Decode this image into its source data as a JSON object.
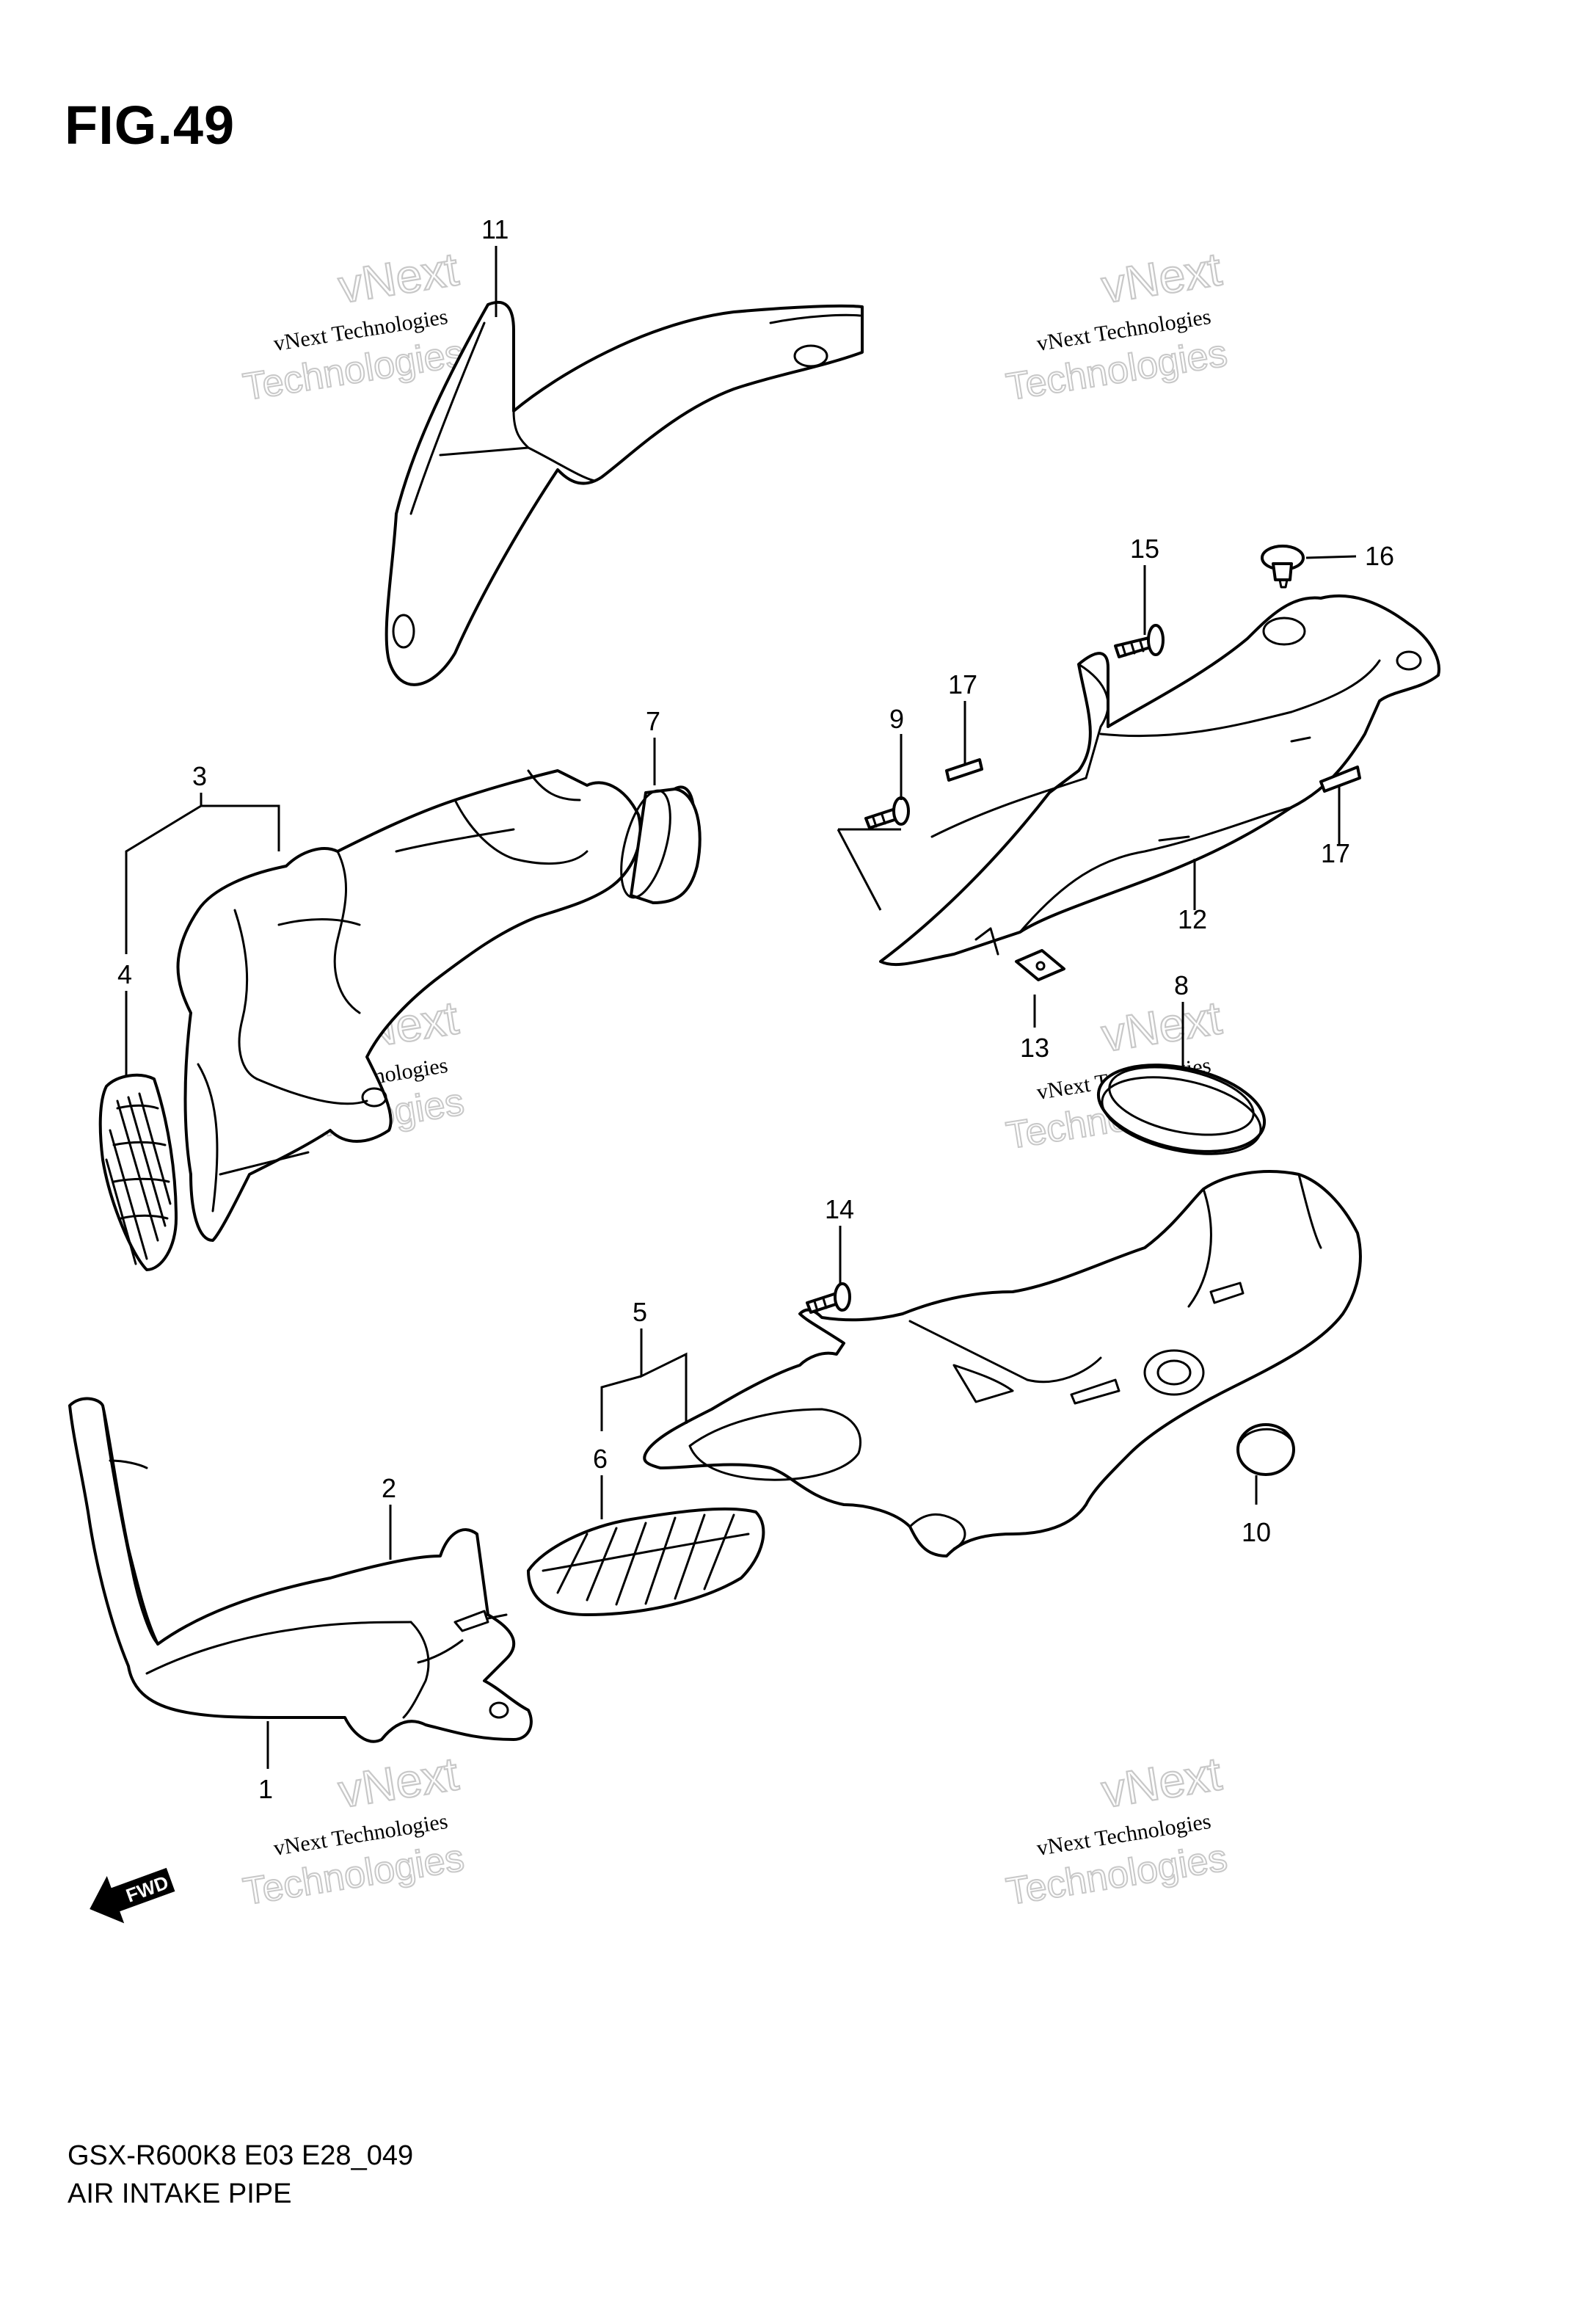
{
  "figure": {
    "title": "FIG.49",
    "model_code": "GSX-R600K8 E03 E28_049",
    "section_name": "AIR INTAKE PIPE"
  },
  "watermark": {
    "line1": "vNext Technologies",
    "line2": "vNext",
    "line3": "Technologies"
  },
  "direction_indicator": "FWD",
  "callouts": [
    {
      "id": "c11",
      "label": "11"
    },
    {
      "id": "c15",
      "label": "15"
    },
    {
      "id": "c16",
      "label": "16"
    },
    {
      "id": "c17a",
      "label": "17"
    },
    {
      "id": "c9",
      "label": "9"
    },
    {
      "id": "c17b",
      "label": "17"
    },
    {
      "id": "c12",
      "label": "12"
    },
    {
      "id": "c13",
      "label": "13"
    },
    {
      "id": "c8",
      "label": "8"
    },
    {
      "id": "c3",
      "label": "3"
    },
    {
      "id": "c7",
      "label": "7"
    },
    {
      "id": "c4",
      "label": "4"
    },
    {
      "id": "c14",
      "label": "14"
    },
    {
      "id": "c5",
      "label": "5"
    },
    {
      "id": "c6",
      "label": "6"
    },
    {
      "id": "c10",
      "label": "10"
    },
    {
      "id": "c2",
      "label": "2"
    },
    {
      "id": "c1",
      "label": "1"
    }
  ]
}
